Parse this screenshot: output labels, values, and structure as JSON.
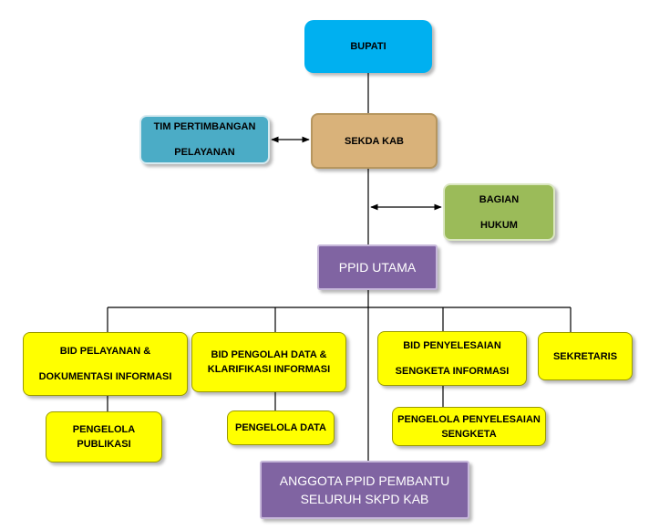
{
  "bupati": "BUPATI",
  "sekda": "SEKDA KAB",
  "tim_pertimbangan": [
    "TIM PERTIMBANGAN",
    "PELAYANAN"
  ],
  "bagian_hukum": [
    "BAGIAN",
    "HUKUM"
  ],
  "ppid_utama": "PPID UTAMA",
  "bid_pelayanan": [
    "BID PELAYANAN &",
    "DOKUMENTASI  INFORMASI"
  ],
  "bid_pengolah": [
    "BID PENGOLAH DATA &",
    "KLARIFIKASI  INFORMASI"
  ],
  "bid_penyelesaian": [
    "BID PENYELESAIAN",
    "SENGKETA INFORMASI"
  ],
  "sekretaris": "SEKRETARIS",
  "pengelola_publikasi": [
    "PENGELOLA",
    "PUBLIKASI"
  ],
  "pengelola_data": "PENGELOLA DATA",
  "pengelola_penyelesaian": [
    "PENGELOLA PENYELESAIAN",
    "SENGKETA"
  ],
  "anggota": [
    "ANGGOTA PPID PEMBANTU",
    "SELURUH SKPD KAB"
  ],
  "colors": {
    "bupati": "#00b0f0",
    "tim_pertimbangan": "#4bacc6",
    "sekda": "#d9b27a",
    "bagian_hukum": "#9bbb59",
    "ppid": "#8064a2",
    "bidang": "#ffff00"
  }
}
